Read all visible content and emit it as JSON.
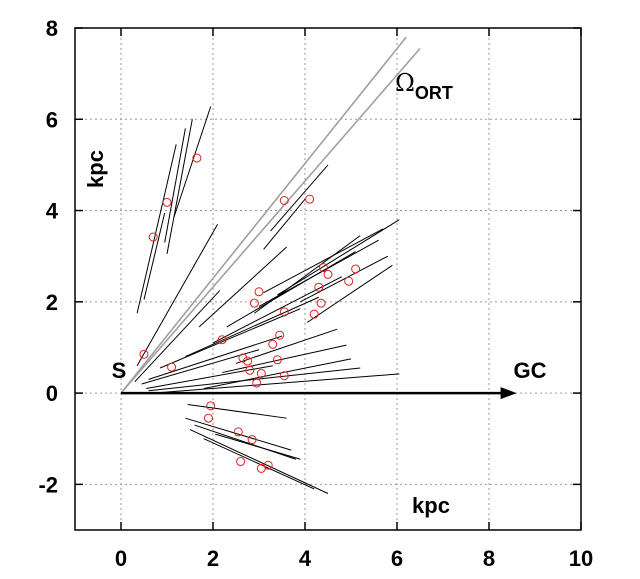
{
  "chart_data": {
    "type": "scatter",
    "title": "",
    "xlabel": "kpc",
    "ylabel": "kpc",
    "xlim": [
      -1,
      10
    ],
    "ylim": [
      -3,
      8
    ],
    "x_ticks": [
      "0",
      "2",
      "4",
      "6",
      "8",
      "10"
    ],
    "y_ticks": [
      "8",
      "6",
      "4",
      "2",
      "0",
      "-2"
    ],
    "grid": true,
    "annotations": {
      "origin": "S",
      "gc": "GC",
      "omega_main": "Ω",
      "omega_sub": "ORT"
    },
    "gc_arrow": {
      "from": [
        0,
        0
      ],
      "to": [
        8.6,
        0
      ]
    },
    "ort_lines": [
      {
        "from": [
          0,
          0
        ],
        "to": [
          6.2,
          7.8
        ]
      },
      {
        "from": [
          0,
          0
        ],
        "to": [
          6.5,
          7.55
        ]
      }
    ],
    "points": [
      [
        0.5,
        0.85
      ],
      [
        0.7,
        3.42
      ],
      [
        1.0,
        4.18
      ],
      [
        1.1,
        0.57
      ],
      [
        1.65,
        5.15
      ],
      [
        1.95,
        -0.28
      ],
      [
        1.9,
        -0.55
      ],
      [
        2.2,
        1.17
      ],
      [
        2.55,
        -0.85
      ],
      [
        2.6,
        -1.5
      ],
      [
        2.65,
        0.77
      ],
      [
        2.75,
        0.7
      ],
      [
        2.85,
        -1.02
      ],
      [
        2.8,
        0.5
      ],
      [
        2.9,
        1.97
      ],
      [
        2.95,
        0.22
      ],
      [
        3.0,
        2.22
      ],
      [
        3.05,
        0.43
      ],
      [
        3.05,
        -1.65
      ],
      [
        3.2,
        -1.58
      ],
      [
        3.3,
        1.07
      ],
      [
        3.4,
        0.73
      ],
      [
        3.45,
        1.27
      ],
      [
        3.55,
        4.22
      ],
      [
        3.55,
        0.38
      ],
      [
        3.55,
        1.78
      ],
      [
        4.1,
        4.25
      ],
      [
        4.2,
        1.73
      ],
      [
        4.3,
        2.32
      ],
      [
        4.35,
        1.97
      ],
      [
        4.4,
        2.75
      ],
      [
        4.5,
        2.6
      ],
      [
        4.95,
        2.45
      ],
      [
        5.1,
        2.72
      ]
    ],
    "segments": [
      [
        [
          0.35,
          1.75
        ],
        [
          1.2,
          5.45
        ]
      ],
      [
        [
          0.5,
          2.05
        ],
        [
          0.95,
          3.95
        ]
      ],
      [
        [
          0.95,
          3.3
        ],
        [
          1.4,
          5.8
        ]
      ],
      [
        [
          1.0,
          3.05
        ],
        [
          1.55,
          6.0
        ]
      ],
      [
        [
          1.15,
          3.85
        ],
        [
          1.95,
          6.28
        ]
      ],
      [
        [
          0.35,
          0.6
        ],
        [
          2.1,
          3.7
        ]
      ],
      [
        [
          0.3,
          0.25
        ],
        [
          2.15,
          2.25
        ]
      ],
      [
        [
          1.7,
          1.45
        ],
        [
          3.6,
          3.2
        ]
      ],
      [
        [
          3.1,
          3.15
        ],
        [
          4.0,
          4.25
        ]
      ],
      [
        [
          3.25,
          3.55
        ],
        [
          4.5,
          5.0
        ]
      ],
      [
        [
          0.6,
          0.3
        ],
        [
          3.5,
          1.25
        ]
      ],
      [
        [
          0.85,
          0.55
        ],
        [
          3.9,
          1.85
        ]
      ],
      [
        [
          1.4,
          0.8
        ],
        [
          4.3,
          2.1
        ]
      ],
      [
        [
          2.0,
          1.1
        ],
        [
          4.8,
          2.55
        ]
      ],
      [
        [
          2.3,
          1.45
        ],
        [
          5.1,
          3.1
        ]
      ],
      [
        [
          2.9,
          1.75
        ],
        [
          5.2,
          3.45
        ]
      ],
      [
        [
          3.0,
          1.9
        ],
        [
          5.6,
          3.35
        ]
      ],
      [
        [
          3.1,
          2.2
        ],
        [
          5.7,
          3.6
        ]
      ],
      [
        [
          3.4,
          2.15
        ],
        [
          6.05,
          3.8
        ]
      ],
      [
        [
          3.9,
          2.0
        ],
        [
          5.8,
          3.0
        ]
      ],
      [
        [
          4.05,
          1.55
        ],
        [
          5.9,
          2.8
        ]
      ],
      [
        [
          0.45,
          0.2
        ],
        [
          3.0,
          0.95
        ]
      ],
      [
        [
          0.55,
          0.1
        ],
        [
          3.3,
          0.6
        ]
      ],
      [
        [
          0.6,
          0.05
        ],
        [
          5.2,
          0.55
        ]
      ],
      [
        [
          0.7,
          0.0
        ],
        [
          6.05,
          0.42
        ]
      ],
      [
        [
          1.8,
          0.1
        ],
        [
          5.0,
          0.75
        ]
      ],
      [
        [
          2.2,
          0.45
        ],
        [
          4.9,
          1.05
        ]
      ],
      [
        [
          2.5,
          0.65
        ],
        [
          4.7,
          1.4
        ]
      ],
      [
        [
          1.45,
          -0.25
        ],
        [
          3.6,
          -0.55
        ]
      ],
      [
        [
          1.4,
          -0.55
        ],
        [
          3.7,
          -1.25
        ]
      ],
      [
        [
          1.6,
          -0.7
        ],
        [
          3.8,
          -1.45
        ]
      ],
      [
        [
          1.5,
          -0.8
        ],
        [
          4.5,
          -2.2
        ]
      ],
      [
        [
          1.8,
          -1.0
        ],
        [
          4.2,
          -2.1
        ]
      ],
      [
        [
          2.05,
          -0.9
        ],
        [
          3.9,
          -1.45
        ]
      ]
    ]
  }
}
